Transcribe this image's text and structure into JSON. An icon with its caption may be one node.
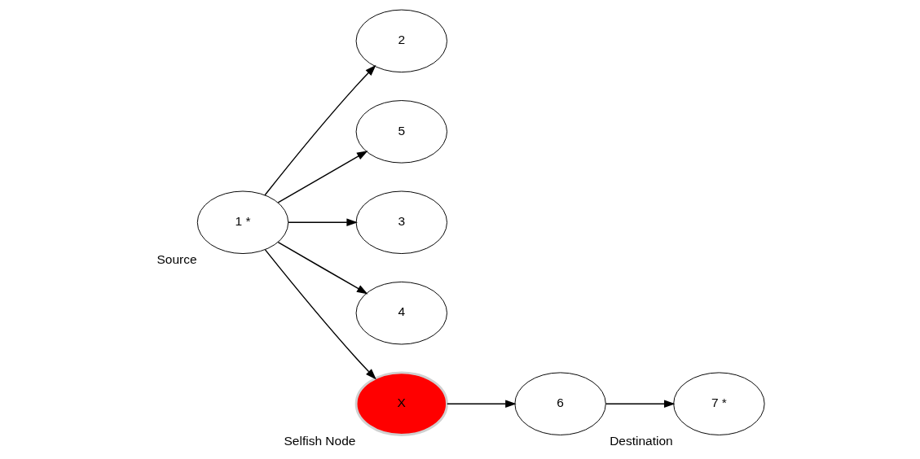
{
  "diagram": {
    "nodes": [
      {
        "text": [
          "1 *"
        ],
        "beside": [
          "Source"
        ]
      },
      {
        "text": [
          "2"
        ]
      },
      {
        "text": [
          "5"
        ]
      },
      {
        "text": [
          "3"
        ]
      },
      {
        "text": [
          "4"
        ]
      },
      {
        "text": [
          "X"
        ],
        "beside": [
          "Selfish Node"
        ]
      },
      {
        "text": [
          "6"
        ]
      },
      {
        "text": [
          "7 *"
        ],
        "beside": [
          "Destination"
        ]
      }
    ],
    "edges": [
      {
        "from": 0,
        "to": 1,
        "arrow": "to"
      },
      {
        "from": 0,
        "to": 2,
        "arrow": "to"
      },
      {
        "from": 0,
        "to": 3,
        "arrow": "to"
      },
      {
        "from": 0,
        "to": 4,
        "arrow": "to"
      },
      {
        "from": 0,
        "to": 5,
        "arrow": "to"
      },
      {
        "from": 5,
        "to": 6,
        "arrow": "to"
      },
      {
        "from": 6,
        "to": 7,
        "arrow": "to"
      }
    ]
  }
}
